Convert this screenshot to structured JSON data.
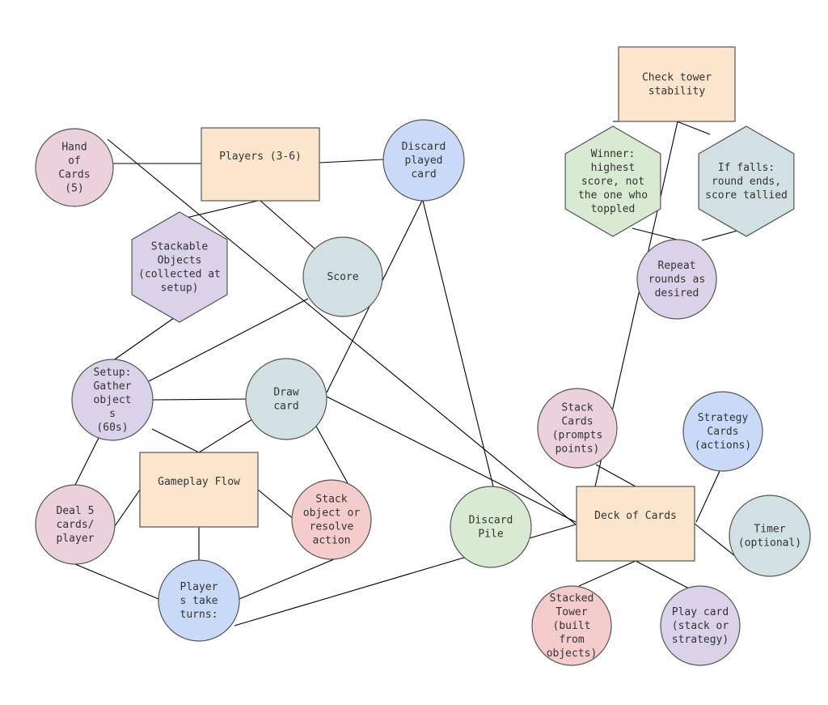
{
  "colors": {
    "pink": "#ead1dc",
    "peach": "#fce5cd",
    "blue": "#c9daf8",
    "teal": "#d0e0e3",
    "purple": "#d9d2e9",
    "green": "#d9ead3",
    "red": "#f4cccc"
  },
  "nodes": {
    "hand_of_cards": [
      "Hand",
      "of",
      "Cards",
      "(5)"
    ],
    "players": [
      "Players (3-6)"
    ],
    "discard_played_card": [
      "Discard",
      "played",
      "card"
    ],
    "stackable_objects": [
      "Stackable",
      "Objects",
      "(collected at",
      "setup)"
    ],
    "score": [
      "Score"
    ],
    "setup": [
      "Setup:",
      "Gather",
      "object",
      "s",
      "(60s)"
    ],
    "draw_card": [
      "Draw",
      "card"
    ],
    "gameplay_flow": [
      "Gameplay Flow"
    ],
    "deal_cards": [
      "Deal 5",
      "cards/",
      "player"
    ],
    "stack_or_resolve": [
      "Stack",
      "object or",
      "resolve",
      "action"
    ],
    "players_take_turns": [
      "Player",
      "s take",
      "turns:"
    ],
    "discard_pile": [
      "Discard",
      "Pile"
    ],
    "check_tower": [
      "Check tower",
      "stability"
    ],
    "winner": [
      "Winner:",
      "highest",
      "score, not",
      "the one who",
      "toppled"
    ],
    "if_falls": [
      "If falls:",
      "round ends,",
      "score tallied"
    ],
    "repeat_rounds": [
      "Repeat",
      "rounds as",
      "desired"
    ],
    "stack_cards": [
      "Stack",
      "Cards",
      "(prompts",
      "points)"
    ],
    "strategy_cards": [
      "Strategy",
      "Cards",
      "(actions)"
    ],
    "deck_of_cards": [
      "Deck of Cards"
    ],
    "timer": [
      "Timer",
      "(optional)"
    ],
    "stacked_tower": [
      "Stacked",
      "Tower",
      "(built",
      "from",
      "objects)"
    ],
    "play_card": [
      "Play card",
      "(stack or",
      "strategy)"
    ]
  }
}
